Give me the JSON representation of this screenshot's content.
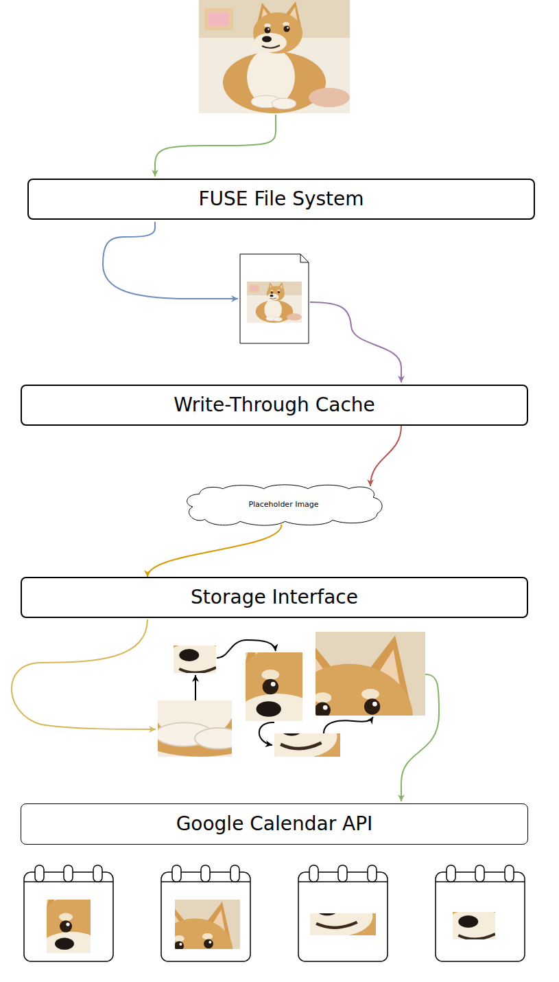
{
  "diagram": {
    "nodes": [
      {
        "text": [
          "FUSE File System"
        ]
      },
      {
        "text": [
          "Write-Through Cache"
        ]
      },
      {
        "text": [
          "Placeholder Image"
        ]
      },
      {
        "text": [
          "Storage Interface"
        ]
      },
      {
        "text": [
          "Google Calendar API"
        ]
      }
    ],
    "edges": [
      {
        "from": 1,
        "to": 2,
        "arrow": "to"
      },
      {
        "from": 2,
        "to": 3,
        "arrow": "to"
      }
    ]
  }
}
